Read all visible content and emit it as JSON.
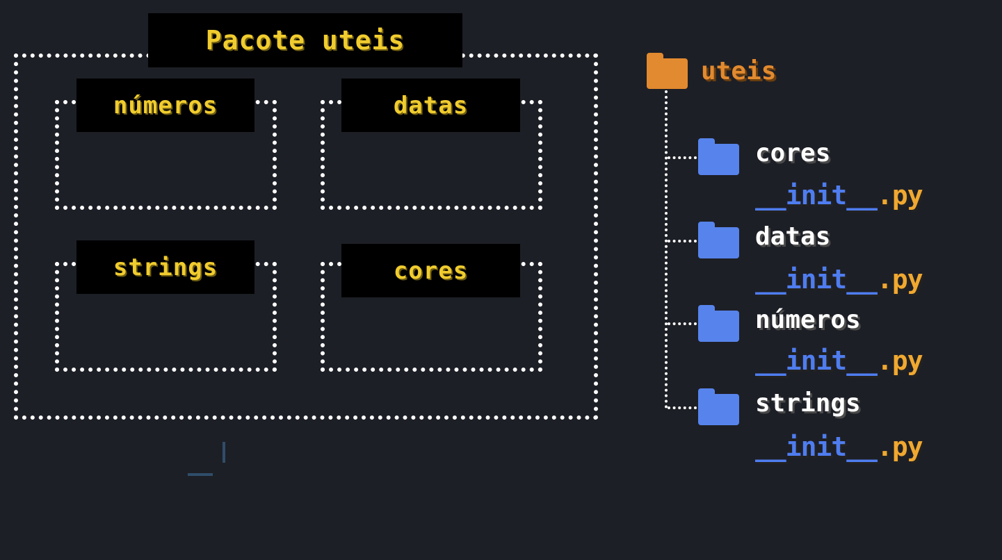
{
  "package": {
    "title": "Pacote uteis",
    "modules": [
      "números",
      "datas",
      "strings",
      "cores"
    ]
  },
  "tree": {
    "root": "uteis",
    "children": [
      {
        "name": "cores",
        "file_base": "__init__",
        "file_ext": ".py"
      },
      {
        "name": "datas",
        "file_base": "__init__",
        "file_ext": ".py"
      },
      {
        "name": "números",
        "file_base": "__init__",
        "file_ext": ".py"
      },
      {
        "name": "strings",
        "file_base": "__init__",
        "file_ext": ".py"
      }
    ]
  },
  "colors": {
    "background": "#1d1f26",
    "label_text": "#f0cc2e",
    "root_folder": "#e28a2f",
    "child_folder": "#5784ec",
    "file_base": "#4f7df0",
    "file_ext": "#f0a830"
  },
  "icons": {
    "root": "folder-icon",
    "child": "folder-icon"
  }
}
